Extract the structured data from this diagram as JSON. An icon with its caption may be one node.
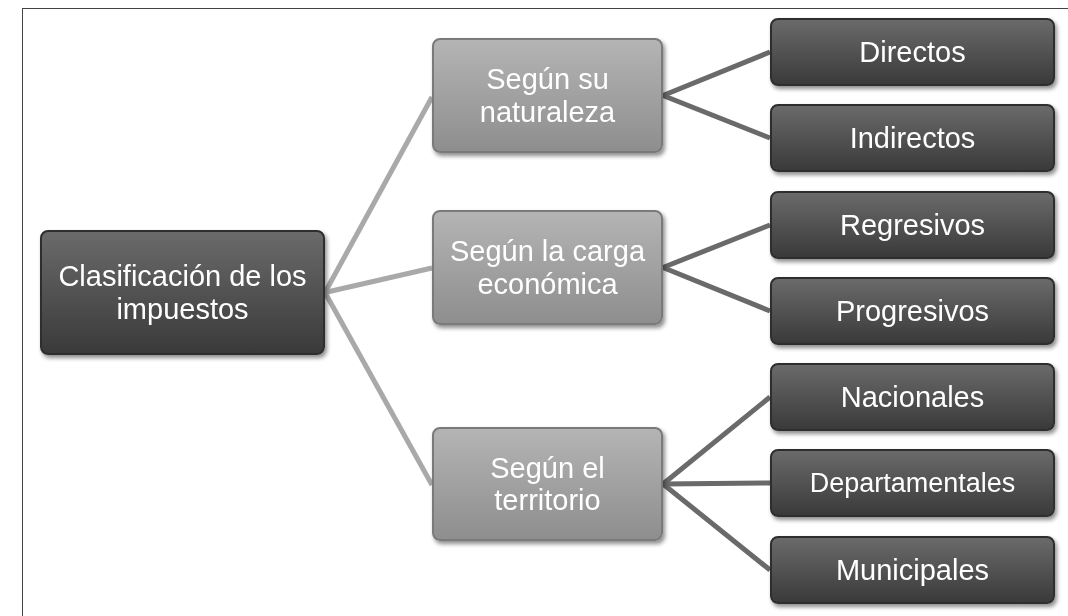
{
  "diagram": {
    "nodes": [
      {
        "text": [
          "Clasificación de los impuestos"
        ]
      },
      {
        "text": [
          "Según su naturaleza"
        ]
      },
      {
        "text": [
          "Según la carga económica"
        ]
      },
      {
        "text": [
          "Según el territorio"
        ]
      },
      {
        "text": [
          "Directos"
        ]
      },
      {
        "text": [
          "Indirectos"
        ]
      },
      {
        "text": [
          "Regresivos"
        ]
      },
      {
        "text": [
          "Progresivos"
        ]
      },
      {
        "text": [
          "Nacionales"
        ]
      },
      {
        "text": [
          "Departamentales"
        ]
      },
      {
        "text": [
          "Municipales"
        ]
      }
    ],
    "edges": [
      {
        "from": 0,
        "to": 1,
        "arrow": "none",
        "color": "#a9a9a9"
      },
      {
        "from": 0,
        "to": 2,
        "arrow": "none",
        "color": "#a9a9a9"
      },
      {
        "from": 0,
        "to": 3,
        "arrow": "none",
        "color": "#a9a9a9"
      },
      {
        "from": 1,
        "to": 4,
        "arrow": "none"
      },
      {
        "from": 1,
        "to": 5,
        "arrow": "none"
      },
      {
        "from": 2,
        "to": 6,
        "arrow": "none"
      },
      {
        "from": 2,
        "to": 7,
        "arrow": "none"
      },
      {
        "from": 3,
        "to": 8,
        "arrow": "none"
      },
      {
        "from": 3,
        "to": 9,
        "arrow": "none"
      },
      {
        "from": 3,
        "to": 10,
        "arrow": "none"
      }
    ]
  }
}
